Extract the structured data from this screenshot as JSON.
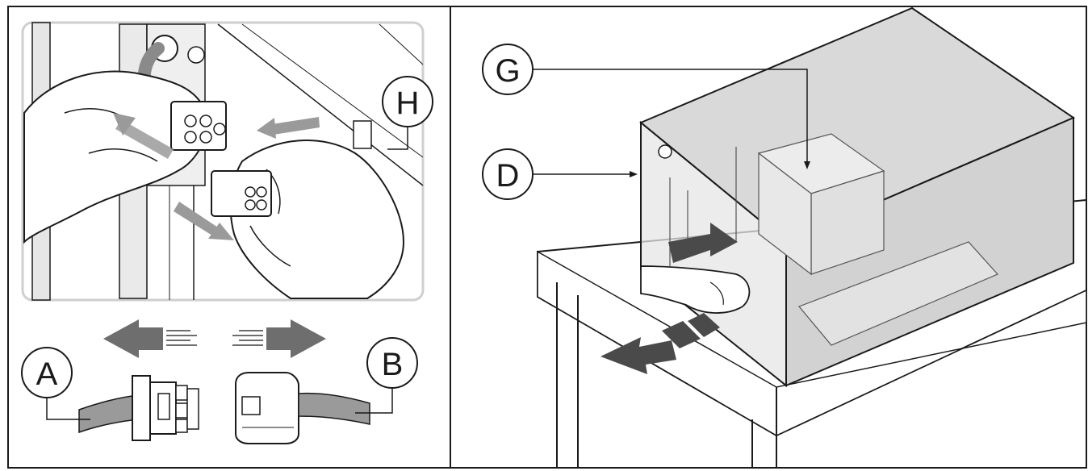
{
  "labels": {
    "a": "A",
    "b": "B",
    "d": "D",
    "g": "G",
    "h": "H"
  },
  "colors": {
    "line": "#1a1a1a",
    "frame_gray": "#cfcfcf",
    "arrow_gray": "#6e6e6e",
    "dark_gray": "#4a4a4a",
    "cable_gray": "#9a9a9a",
    "box_fill": "#d9d9d9"
  },
  "icons": {
    "connector_removal": "hand-connector-icon",
    "pull_arrows": "arrow-icon"
  }
}
